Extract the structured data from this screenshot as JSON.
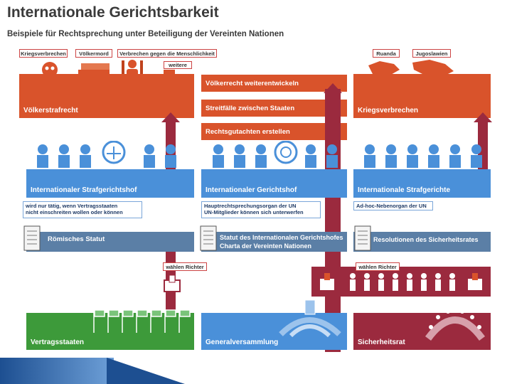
{
  "title": "Internationale Gerichtsbarkeit",
  "subtitle": "Beispiele für Rechtsprechung unter Beteiligung der Vereinten Nationen",
  "top_tags": {
    "left": [
      "Kriegsverbrechen",
      "Völkermord",
      "Verbrechen gegen die Menschlichkeit"
    ],
    "left_extra": "weitere",
    "right": [
      "Ruanda",
      "Jugoslawien"
    ]
  },
  "tasks": {
    "t1": "Völkerrecht weiterentwickeln",
    "t2": "Streitfälle zwischen Staaten",
    "t3": "Rechtsgutachten erstellen"
  },
  "orange_left": "Völkerstrafrecht",
  "orange_right": "Kriegsverbrechen",
  "courts": {
    "left": "Internationaler Strafgerichtshof",
    "center": "Internationaler Gerichtshof",
    "right": "Internationale Strafgerichte"
  },
  "notes": {
    "left_l1": "wird nur tätig, wenn Vertragsstaaten",
    "left_l2": "nicht einschreiten wollen oder können",
    "center_l1": "Hauptrechtsprechungsorgan der UN",
    "center_l2": "UN-Mitglieder können sich unterwerfen",
    "right_l1": "Ad-hoc-Nebenorgan der UN"
  },
  "docs": {
    "left": "Römisches Statut",
    "center_l1": "Statut des Internationalen Gerichtshofes",
    "center_l2": "Charta der Vereinten Nationen",
    "right": "Resolutionen des Sicherheitsrates"
  },
  "elect": {
    "left": "wählen Richter",
    "right": "wählen Richter"
  },
  "bodies": {
    "left": "Vertragsstaaten",
    "center": "Generalversammlung",
    "right": "Sicherheitsrat"
  },
  "colors": {
    "orange": "#d9532b",
    "blue": "#4a90d9",
    "slate": "#5b7fa6",
    "green": "#3d9a3a",
    "maroon": "#9b2a3e"
  }
}
